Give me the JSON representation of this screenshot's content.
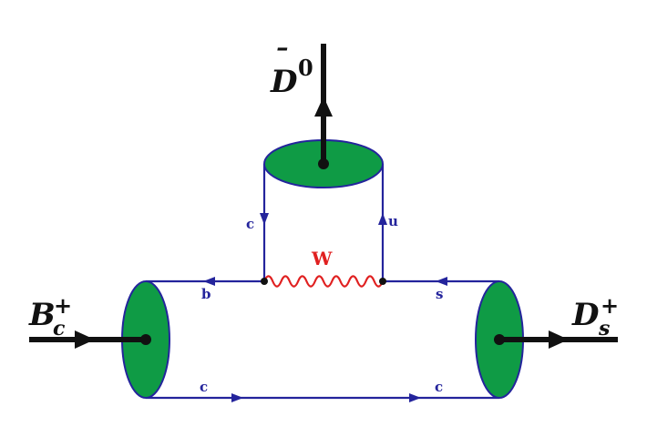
{
  "diagram": {
    "bosons": {
      "w": "W"
    },
    "quarks": {
      "top_left_down": "c",
      "top_right_up": "u",
      "mid_left": "b",
      "mid_right": "s",
      "bottom_left": "c",
      "bottom_right": "c"
    },
    "mesons": {
      "initial": {
        "symbol": "B",
        "subscript": "c",
        "superscript": "+"
      },
      "final_right": {
        "symbol": "D",
        "subscript": "s",
        "superscript": "+"
      },
      "final_top": {
        "symbol": "D",
        "bar": "¯",
        "superscript": "0"
      }
    },
    "colors": {
      "quark_line": "#24249c",
      "blob_fill": "#0f9b45",
      "w_boson": "#e02020",
      "meson_line": "#111111"
    }
  }
}
